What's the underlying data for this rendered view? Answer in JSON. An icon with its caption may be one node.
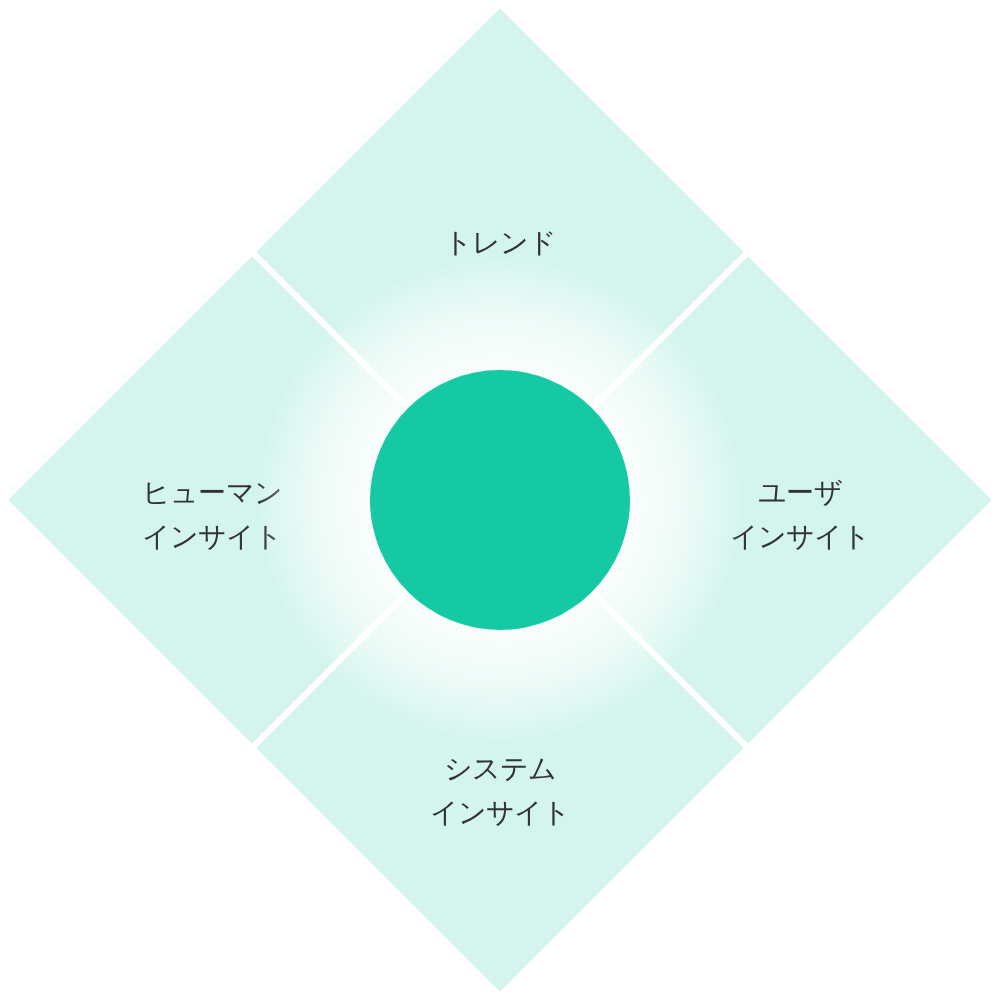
{
  "diagram": {
    "nodes": [
      {
        "text": [
          "トレンド"
        ]
      },
      {
        "text": [
          "ヒューマン",
          "インサイト"
        ]
      },
      {
        "text": [
          "ユーザ",
          "インサイト"
        ]
      },
      {
        "text": [
          "システム",
          "インサイト"
        ]
      },
      {
        "text": [],
        "shape": "circle"
      }
    ]
  }
}
